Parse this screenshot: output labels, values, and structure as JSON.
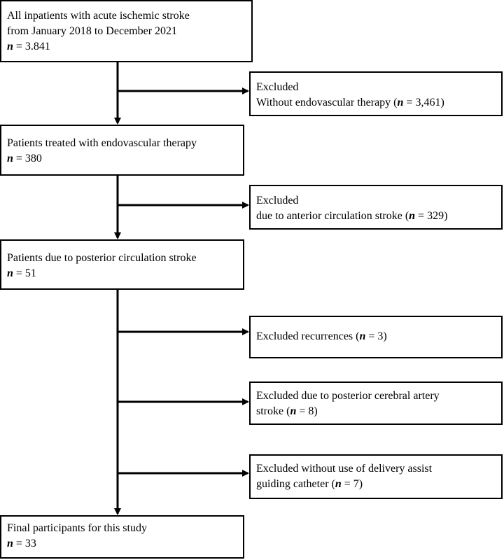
{
  "boxes": {
    "all_inpatients": {
      "line1": "All inpatients with acute ischemic stroke",
      "line2": "from January 2018 to December 2021",
      "n_symbol": "n",
      "n_value": " = 3.841"
    },
    "excluded_1": {
      "line1": "Excluded",
      "line2_pre": "Without endovascular therapy (",
      "n_symbol": "n",
      "line2_post": " = 3,461)"
    },
    "endovascular": {
      "line1": "Patients treated with endovascular therapy",
      "n_symbol": "n",
      "n_value": " = 380"
    },
    "excluded_2": {
      "line1": "Excluded",
      "line2_pre": "due to  anterior circulation stroke (",
      "n_symbol": "n",
      "line2_post": " = 329)"
    },
    "posterior": {
      "line1": "Patients due to posterior circulation stroke",
      "n_symbol": "n",
      "n_value": " = 51"
    },
    "excluded_3": {
      "line1_pre": "Excluded  recurrences  (",
      "n_symbol": "n",
      "line1_post": " = 3)"
    },
    "excluded_4": {
      "line1": "Excluded due to posterior cerebral artery",
      "line2_pre": "stroke (",
      "n_symbol": "n",
      "line2_post": " = 8)"
    },
    "excluded_5": {
      "line1": "Excluded without use of delivery assist",
      "line2_pre": "guiding catheter (",
      "n_symbol": "n",
      "line2_post": " = 7)"
    },
    "final": {
      "line1": "Final participants  for this study",
      "n_symbol": "n",
      "n_value": " = 33"
    }
  }
}
